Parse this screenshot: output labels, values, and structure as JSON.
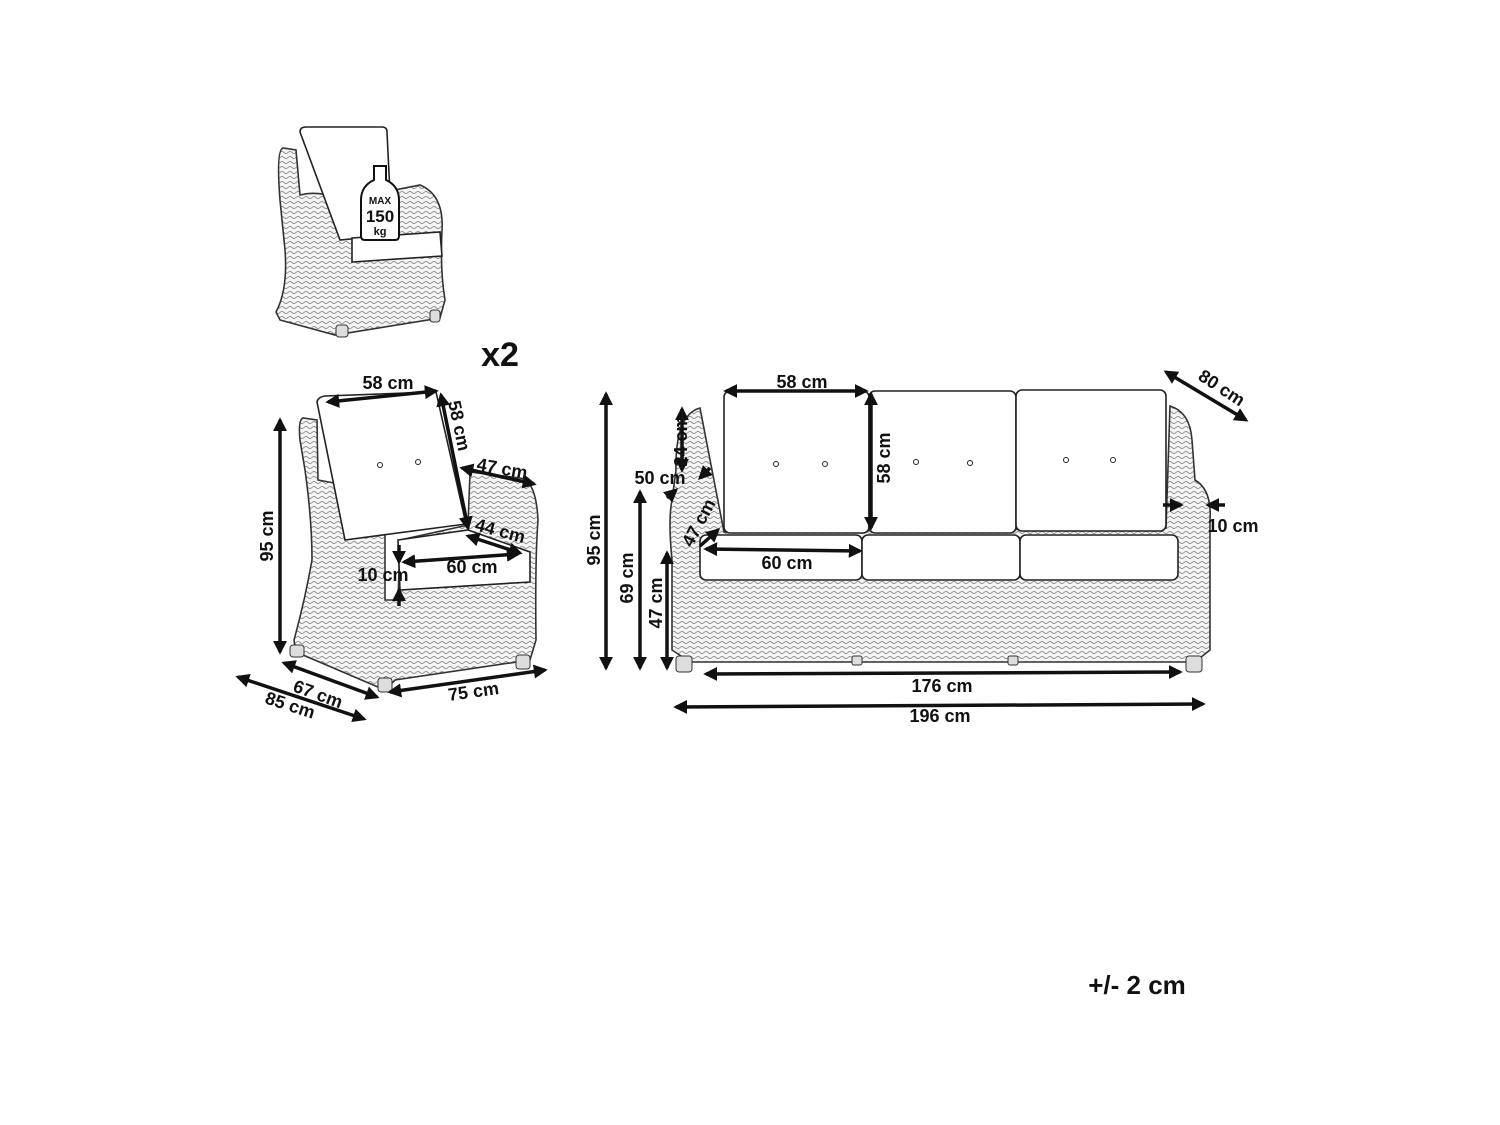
{
  "accent_color": "#111111",
  "preview": {
    "weight_badge": {
      "line1": "MAX",
      "line2": "150",
      "line3": "kg"
    },
    "quantity": "x2"
  },
  "armchair": {
    "backrest_width": "58 cm",
    "backrest_height": "58 cm",
    "armrest_depth": "47 cm",
    "seat_depth": "44 cm",
    "seat_width": "60 cm",
    "cushion_thickness": "10 cm",
    "total_height": "95 cm",
    "inner_depth": "67 cm",
    "total_depth": "85 cm",
    "total_width": "75 cm"
  },
  "sofa": {
    "backrest_width": "58 cm",
    "backrest_height": "58 cm",
    "back_above_arm": "24 cm",
    "arm_depth": "50 cm",
    "seat_depth": "47 cm",
    "seat_width": "60 cm",
    "total_height": "95 cm",
    "arm_height": "69 cm",
    "seat_height": "47 cm",
    "inner_width": "176 cm",
    "total_width": "196 cm",
    "total_depth": "80 cm",
    "arm_width": "10 cm"
  },
  "tolerance": "+/- 2 cm"
}
